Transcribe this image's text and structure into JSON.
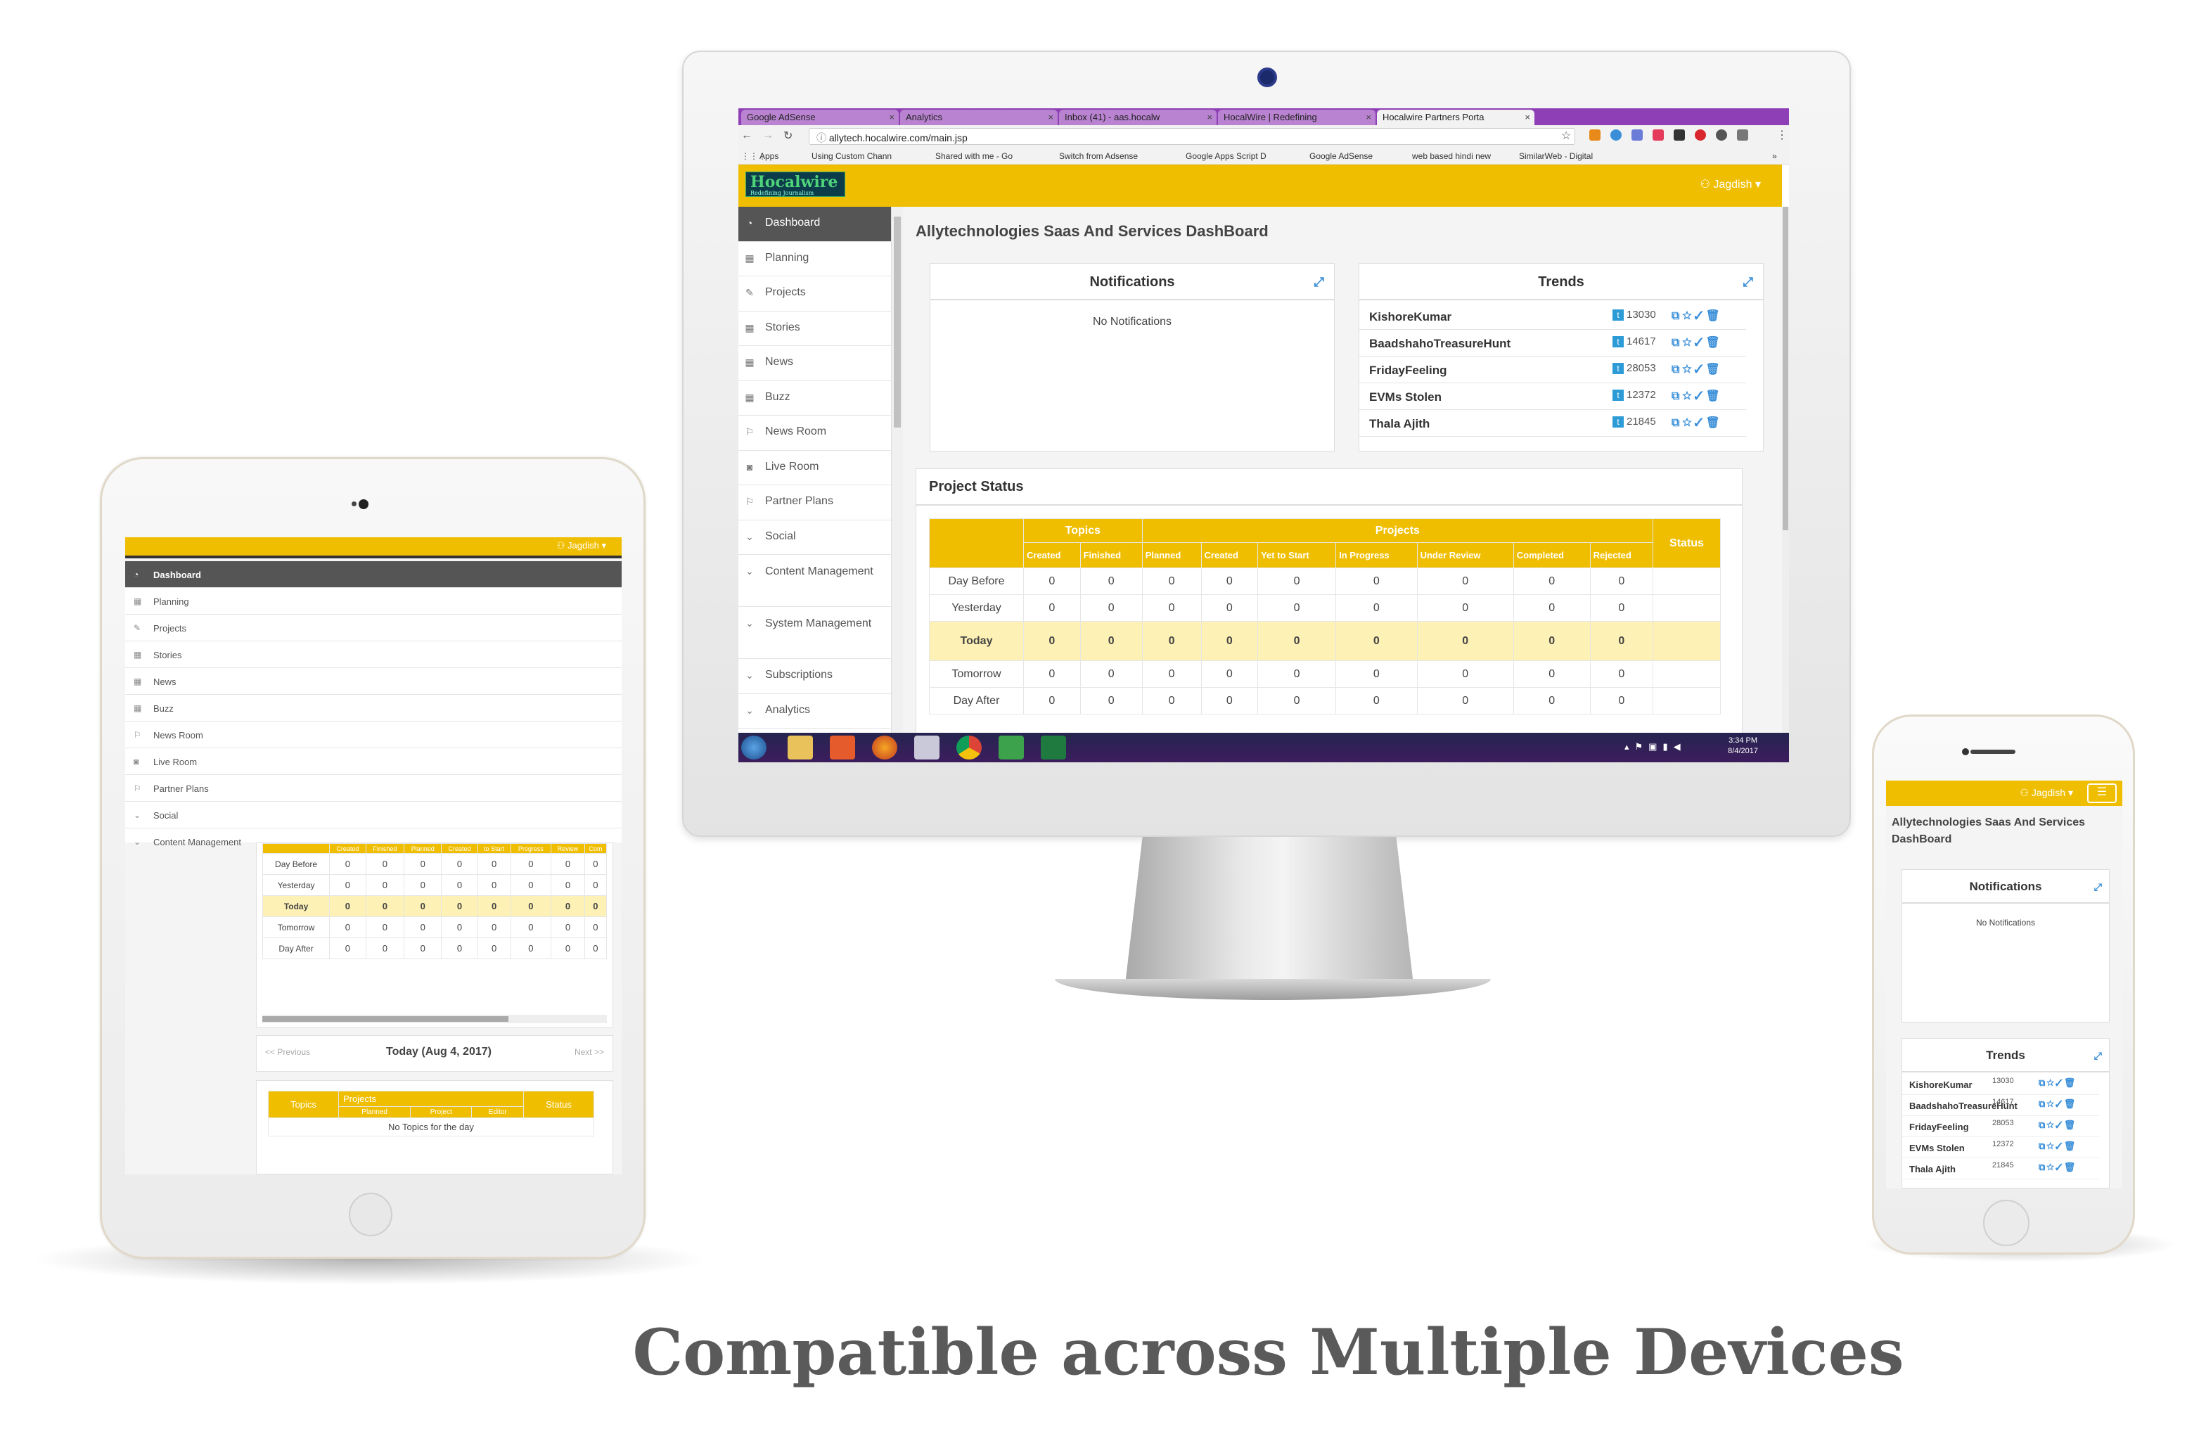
{
  "caption": "Compatible across Multiple Devices",
  "colors": {
    "accent": "#f0be00",
    "sidebar_active": "#555555",
    "today_row": "#fdf1b5",
    "link": "#3a8fd8"
  },
  "browser": {
    "tabs": [
      "Google AdSense",
      "Analytics",
      "Inbox (41) - aas.hocalw",
      "HocalWire | Redefining",
      "Hocalwire Partners Porta"
    ],
    "url": "allytech.hocalwire.com/main.jsp",
    "bookmarks": [
      "Apps",
      "Using Custom Chann",
      "Shared with me - Go",
      "Switch from Adsense",
      "Google Apps Script D",
      "Google AdSense",
      "web based hindi new",
      "SimilarWeb - Digital"
    ]
  },
  "app": {
    "logo": "Hocalwire",
    "logo_tagline": "Redefining Journalism",
    "user": "Jagdish",
    "page_title": "Allytechnologies Saas And Services DashBoard",
    "sidebar": [
      "Dashboard",
      "Planning",
      "Projects",
      "Stories",
      "News",
      "Buzz",
      "News Room",
      "Live Room",
      "Partner Plans",
      "Social",
      "Content Management",
      "System Management",
      "Subscriptions",
      "Analytics"
    ],
    "notifications": {
      "title": "Notifications",
      "empty": "No Notifications"
    },
    "trends": {
      "title": "Trends",
      "items": [
        {
          "name": "KishoreKumar",
          "count": "13030"
        },
        {
          "name": "BaadshahoTreasureHunt",
          "count": "14617"
        },
        {
          "name": "FridayFeeling",
          "count": "28053"
        },
        {
          "name": "EVMs Stolen",
          "count": "12372"
        },
        {
          "name": "Thala Ajith",
          "count": "21845"
        }
      ]
    },
    "project_status": {
      "title": "Project Status",
      "group_topics": "Topics",
      "group_projects": "Projects",
      "status": "Status",
      "columns": [
        "Created",
        "Finished",
        "Planned",
        "Created",
        "Yet to Start",
        "In Progress",
        "Under Review",
        "Completed",
        "Rejected"
      ],
      "rows": [
        {
          "label": "Day Before",
          "values": [
            "0",
            "0",
            "0",
            "0",
            "0",
            "0",
            "0",
            "0",
            "0"
          ]
        },
        {
          "label": "Yesterday",
          "values": [
            "0",
            "0",
            "0",
            "0",
            "0",
            "0",
            "0",
            "0",
            "0"
          ]
        },
        {
          "label": "Today",
          "values": [
            "0",
            "0",
            "0",
            "0",
            "0",
            "0",
            "0",
            "0",
            "0"
          ]
        },
        {
          "label": "Tomorrow",
          "values": [
            "0",
            "0",
            "0",
            "0",
            "0",
            "0",
            "0",
            "0",
            "0"
          ]
        },
        {
          "label": "Day After",
          "values": [
            "0",
            "0",
            "0",
            "0",
            "0",
            "0",
            "0",
            "0",
            "0"
          ]
        }
      ]
    }
  },
  "taskbar": {
    "time": "3:34 PM",
    "date": "8/4/2017"
  },
  "tablet": {
    "columns_short": [
      "Created",
      "Finished",
      "Planned",
      "Created",
      "to Start",
      "Progress",
      "Review",
      "Com"
    ],
    "pager": {
      "prev": "<< Previous",
      "current": "Today (Aug 4, 2017)",
      "next": "Next >>"
    },
    "daily": {
      "topics": "Topics",
      "projects": "Projects",
      "status": "Status",
      "sub": [
        "Planned",
        "Project",
        "Editor"
      ],
      "empty": "No Topics for the day"
    }
  }
}
